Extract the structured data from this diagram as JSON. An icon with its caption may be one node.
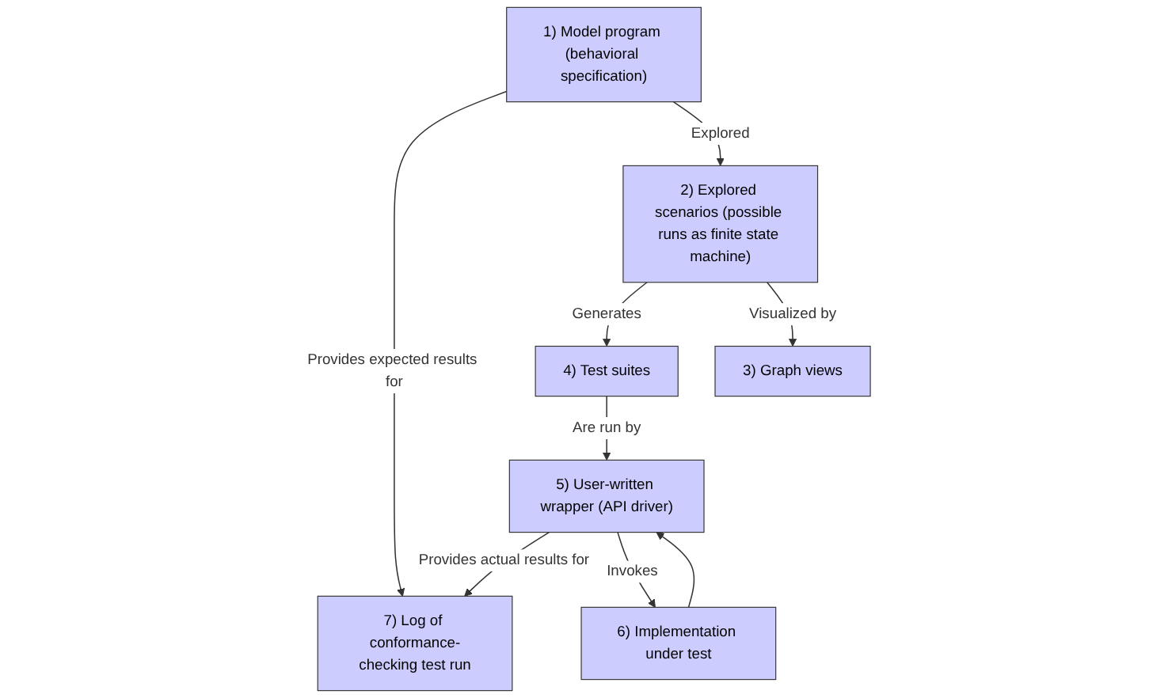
{
  "diagram": {
    "nodes": [
      {
        "text": [
          "1) Model program (behavioral specification)"
        ]
      },
      {
        "text": [
          "2) Explored scenarios (possible runs as finite state machine)"
        ]
      },
      {
        "text": [
          "3) Graph views"
        ]
      },
      {
        "text": [
          "4) Test suites"
        ]
      },
      {
        "text": [
          "5) User-written wrapper (API driver)"
        ]
      },
      {
        "text": [
          "6) Implementation under test"
        ]
      },
      {
        "text": [
          "7) Log of conformance-checking test run"
        ]
      }
    ],
    "edges": [
      {
        "from": 0,
        "to": 6,
        "arrow": "to",
        "label": "Provides expected results for"
      },
      {
        "from": 0,
        "to": 1,
        "arrow": "to",
        "label": "Explored"
      },
      {
        "from": 1,
        "to": 3,
        "arrow": "to",
        "label": "Generates"
      },
      {
        "from": 1,
        "to": 2,
        "arrow": "to",
        "label": "Visualized by"
      },
      {
        "from": 3,
        "to": 4,
        "arrow": "to",
        "label": "Are run by"
      },
      {
        "from": 4,
        "to": 6,
        "arrow": "to",
        "label": "Provides actual results for"
      },
      {
        "from": 4,
        "to": 5,
        "arrow": "to",
        "label": "Invokes"
      },
      {
        "from": 5,
        "to": 4,
        "arrow": "to"
      }
    ]
  }
}
